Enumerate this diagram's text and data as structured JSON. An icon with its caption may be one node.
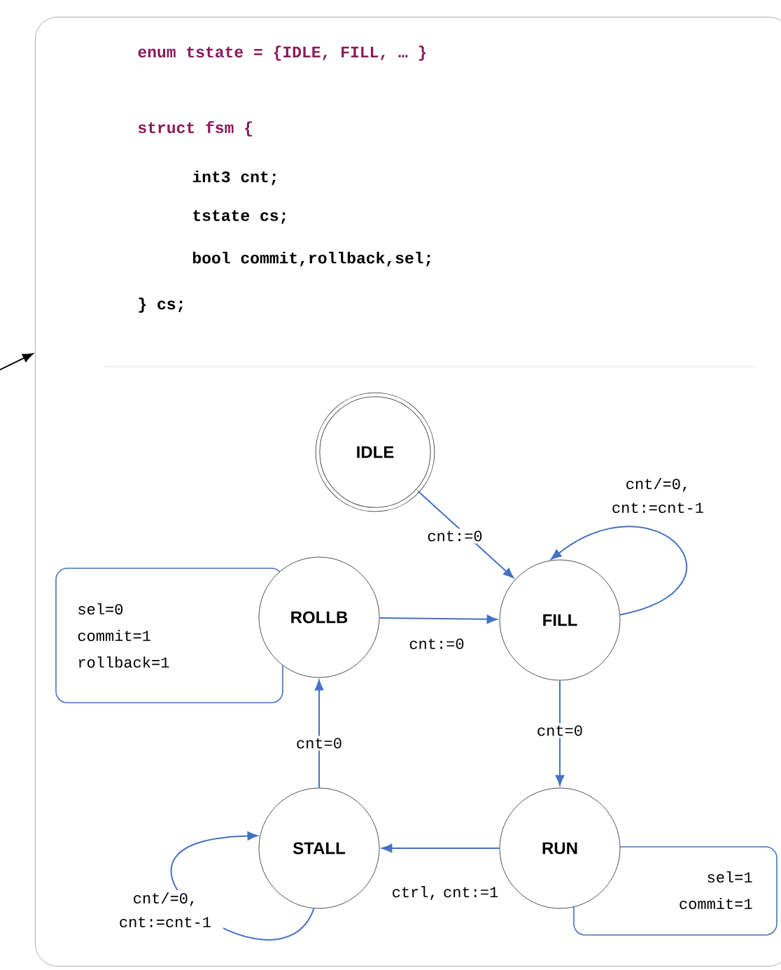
{
  "diagram": {
    "nodes": [
      {
        "text": [
          "enum tstate = {IDLE, FILL, … }",
          "struct fsm {",
          "int3 cnt;",
          "tstate cs;",
          "bool commit,rollback,sel;",
          "} cs;"
        ]
      },
      {
        "text": [
          "IDLE"
        ],
        "in": 0
      },
      {
        "text": [
          "ROLLB"
        ],
        "in": 0
      },
      {
        "text": [
          "FILL"
        ],
        "in": 0
      },
      {
        "text": [
          "STALL"
        ],
        "in": 0
      },
      {
        "text": [
          "RUN"
        ],
        "in": 0
      },
      {
        "text": [
          "sel=0 commit=1 rollback=1"
        ],
        "in": 0
      },
      {
        "text": [
          "sel=1 commit=1"
        ],
        "in": 0
      }
    ],
    "edges": [
      {
        "from": null,
        "to": 0,
        "arrow": "to",
        "color": "#000000"
      },
      {
        "from": 1,
        "to": 3,
        "arrow": "to",
        "label": "cnt:=0"
      },
      {
        "from": 3,
        "to": 3,
        "arrow": "to",
        "label": "cnt/=0, cnt:=cnt-1"
      },
      {
        "from": 2,
        "to": 3,
        "arrow": "to",
        "label": "cnt:=0"
      },
      {
        "from": 3,
        "to": 5,
        "arrow": "to",
        "label": "cnt=0"
      },
      {
        "from": 5,
        "to": 4,
        "arrow": "to",
        "label": "ctrl, cnt:=1"
      },
      {
        "from": 4,
        "to": 2,
        "arrow": "to",
        "label": "cnt=0"
      },
      {
        "from": 4,
        "to": 4,
        "arrow": "to",
        "label": "cnt/=0, cnt:=cnt-1"
      }
    ]
  }
}
